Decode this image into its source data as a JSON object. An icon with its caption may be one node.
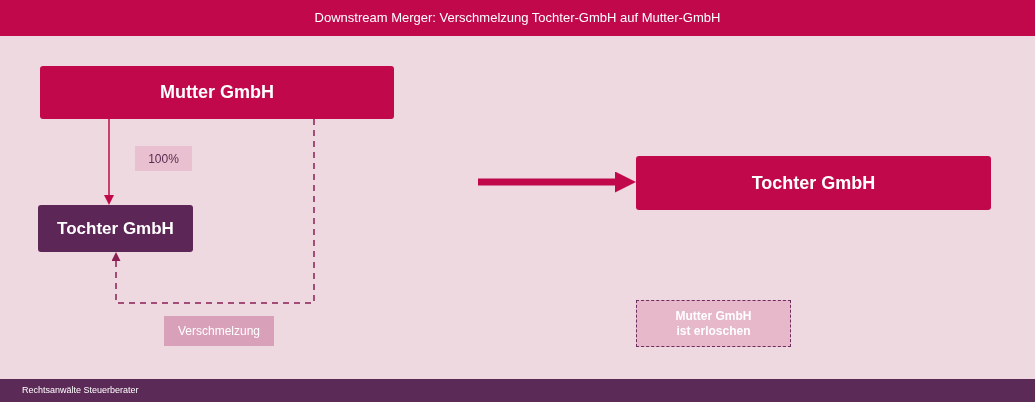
{
  "diagram": {
    "title": "Downstream Merger: Verschmelzung Tochter-GmbH auf Mutter-GmbH",
    "nodes": [
      {
        "text": [
          "Mutter GmbH"
        ]
      },
      {
        "text": [
          "Tochter GmbH"
        ]
      },
      {
        "text": [
          "Tochter GmbH"
        ]
      },
      {
        "text": [
          "Mutter GmbH ist erloschen"
        ]
      }
    ],
    "edges": [
      {
        "from": 0,
        "to": 1,
        "arrow": "to",
        "label": "100%"
      },
      {
        "from": 0,
        "to": 1,
        "arrow": "to",
        "label": "Verschmelzung",
        "style": "dashed",
        "color": "#8b1e55"
      },
      {
        "from": null,
        "to": 2,
        "arrow": "to",
        "style": "thick"
      }
    ],
    "labels": [
      "Rechtsanwälte Steuerberater"
    ]
  }
}
